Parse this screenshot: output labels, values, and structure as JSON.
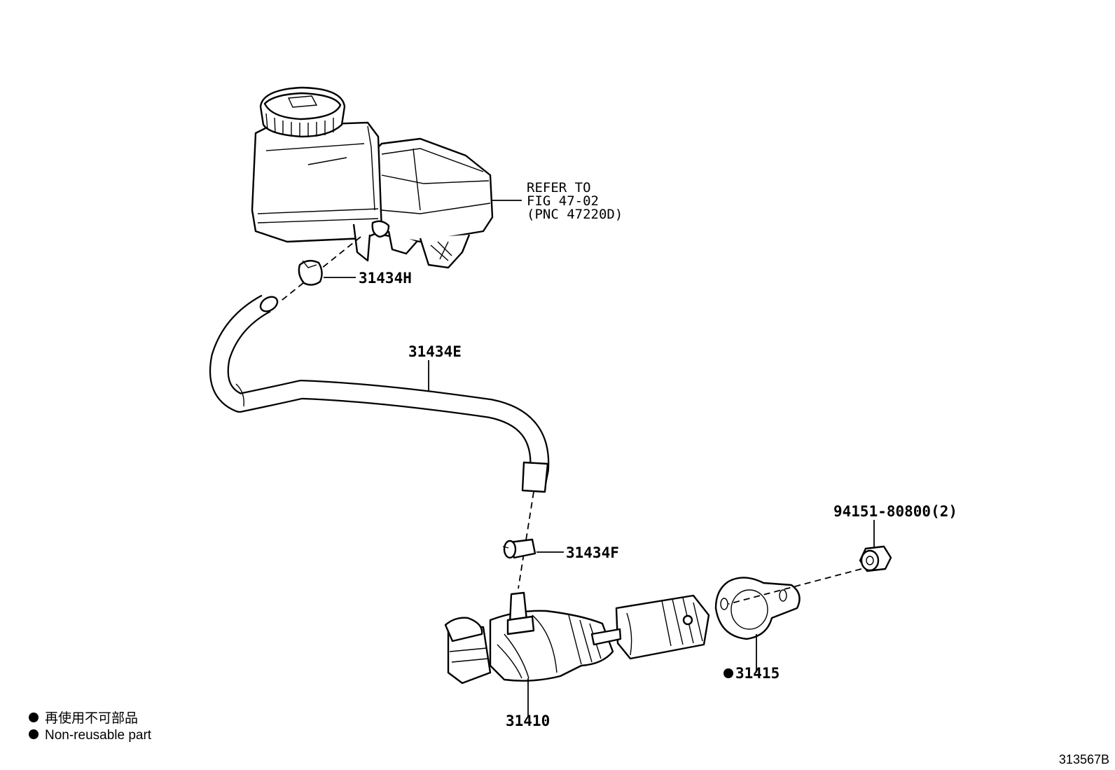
{
  "refer_note": {
    "line1": "REFER TO",
    "line2": "FIG 47-02",
    "line3": "(PNC 47220D)"
  },
  "parts": {
    "clip_upper": "31434H",
    "hose": "31434E",
    "clip_lower": "31434F",
    "bolt": "94151-80800(2)",
    "gasket": "31415",
    "cylinder": "31410"
  },
  "legend": {
    "jp": "再使用不可部品",
    "en": "Non-reusable part"
  },
  "figure_id": "313567B"
}
